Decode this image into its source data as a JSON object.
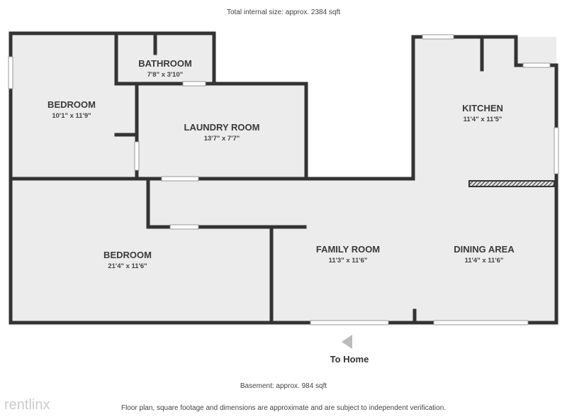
{
  "header": {
    "total_size": "Total internal size: approx. 2384 sqft"
  },
  "rooms": [
    {
      "name": "BATHROOM",
      "dims": "7'8\" x 3'10\""
    },
    {
      "name": "BEDROOM",
      "dims": "10'1\" x 11'9\""
    },
    {
      "name": "LAUNDRY ROOM",
      "dims": "13'7\" x 7'7\""
    },
    {
      "name": "KITCHEN",
      "dims": "11'4\" x 11'5\""
    },
    {
      "name": "BEDROOM",
      "dims": "21'4\" x 11'6\""
    },
    {
      "name": "FAMILY ROOM",
      "dims": "11'3\" x 11'6\""
    },
    {
      "name": "DINING AREA",
      "dims": "11'4\" x 11'6\""
    }
  ],
  "entrance": {
    "label": "To Home"
  },
  "footer": {
    "basement": "Basement: approx. 984 sqft",
    "disclaimer": "Floor plan, square footage and dimensions are approximate and are subject to independent verification.",
    "watermark": "rentlinx"
  },
  "colors": {
    "wall": "#333333",
    "floor": "#ececec"
  }
}
